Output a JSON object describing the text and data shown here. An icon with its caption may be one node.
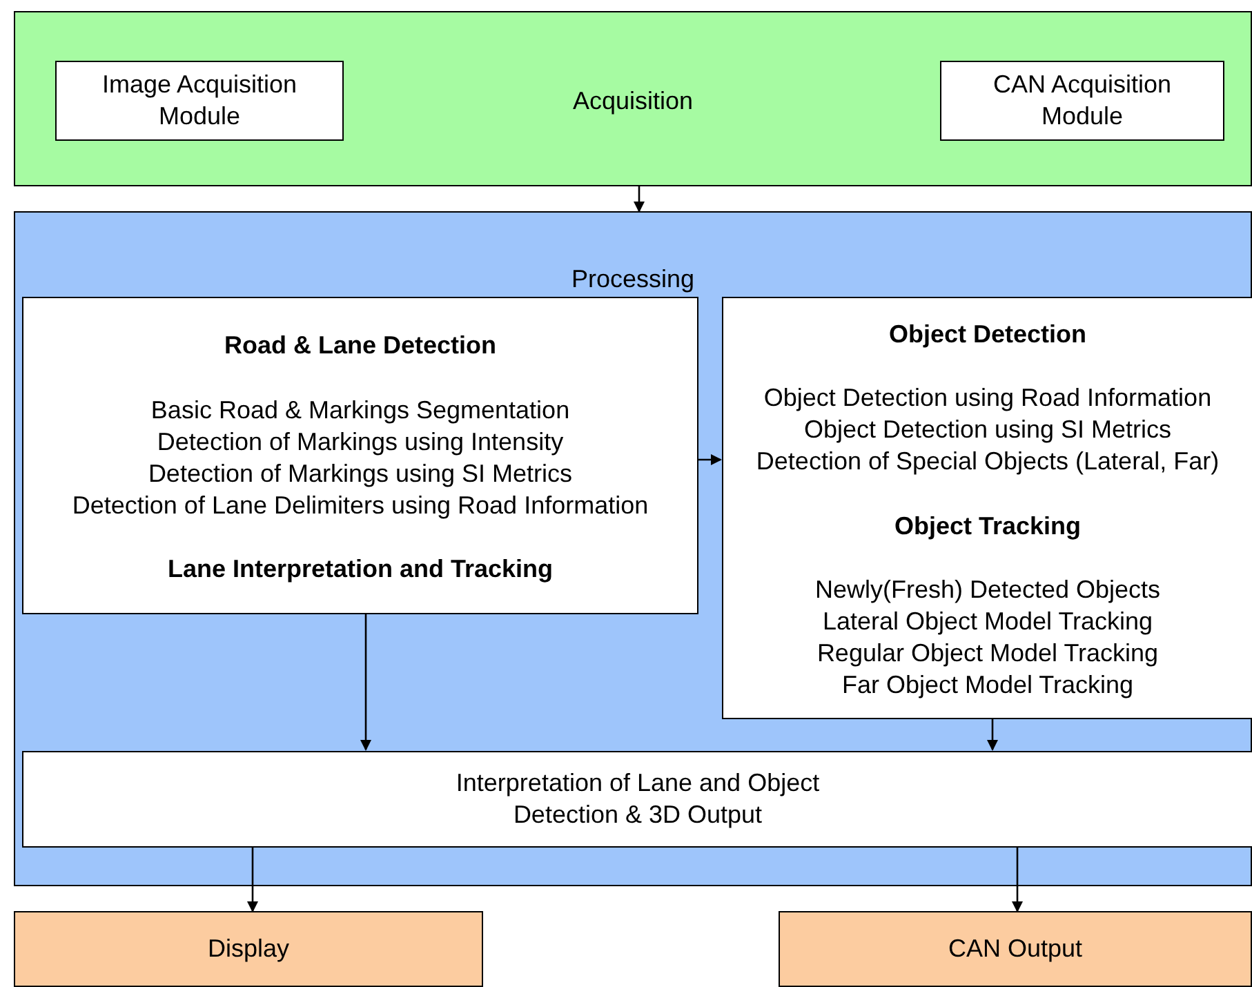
{
  "diagram": {
    "nodes": [
      {
        "text": [
          "Acquisition"
        ]
      },
      {
        "text": [
          "Image Acquisition Module"
        ],
        "in": 0
      },
      {
        "text": [
          "CAN Acquisition Module"
        ],
        "in": 0
      },
      {
        "text": [
          "Processing"
        ]
      },
      {
        "text": [
          "Road & Lane Detection",
          "Basic Road & Markings Segmentation",
          "Detection of Markings using Intensity",
          "Detection of Markings using SI Metrics",
          "Detection of Lane Delimiters using Road Information",
          "Lane Interpretation and Tracking"
        ],
        "in": 3
      },
      {
        "text": [
          "Object Detection",
          "Object Detection using Road Information",
          "Object Detection using SI Metrics",
          "Detection of Special Objects (Lateral, Far)",
          "Object Tracking",
          "Newly(Fresh) Detected Objects",
          "Lateral Object Model Tracking",
          "Regular Object Model Tracking",
          "Far Object Model Tracking"
        ],
        "in": 3
      },
      {
        "text": [
          "Interpretation of Lane and Object Detection & 3D Output"
        ],
        "in": 3
      },
      {
        "text": [
          "Display"
        ]
      },
      {
        "text": [
          "CAN Output"
        ]
      }
    ],
    "edges": [
      {
        "from": 0,
        "to": 3,
        "arrow": "to"
      },
      {
        "from": 4,
        "to": 5,
        "arrow": "to"
      },
      {
        "from": 4,
        "to": 6,
        "arrow": "to"
      },
      {
        "from": 5,
        "to": 6,
        "arrow": "to"
      },
      {
        "from": 6,
        "to": 7,
        "arrow": "to"
      },
      {
        "from": 6,
        "to": 8,
        "arrow": "to"
      }
    ]
  }
}
